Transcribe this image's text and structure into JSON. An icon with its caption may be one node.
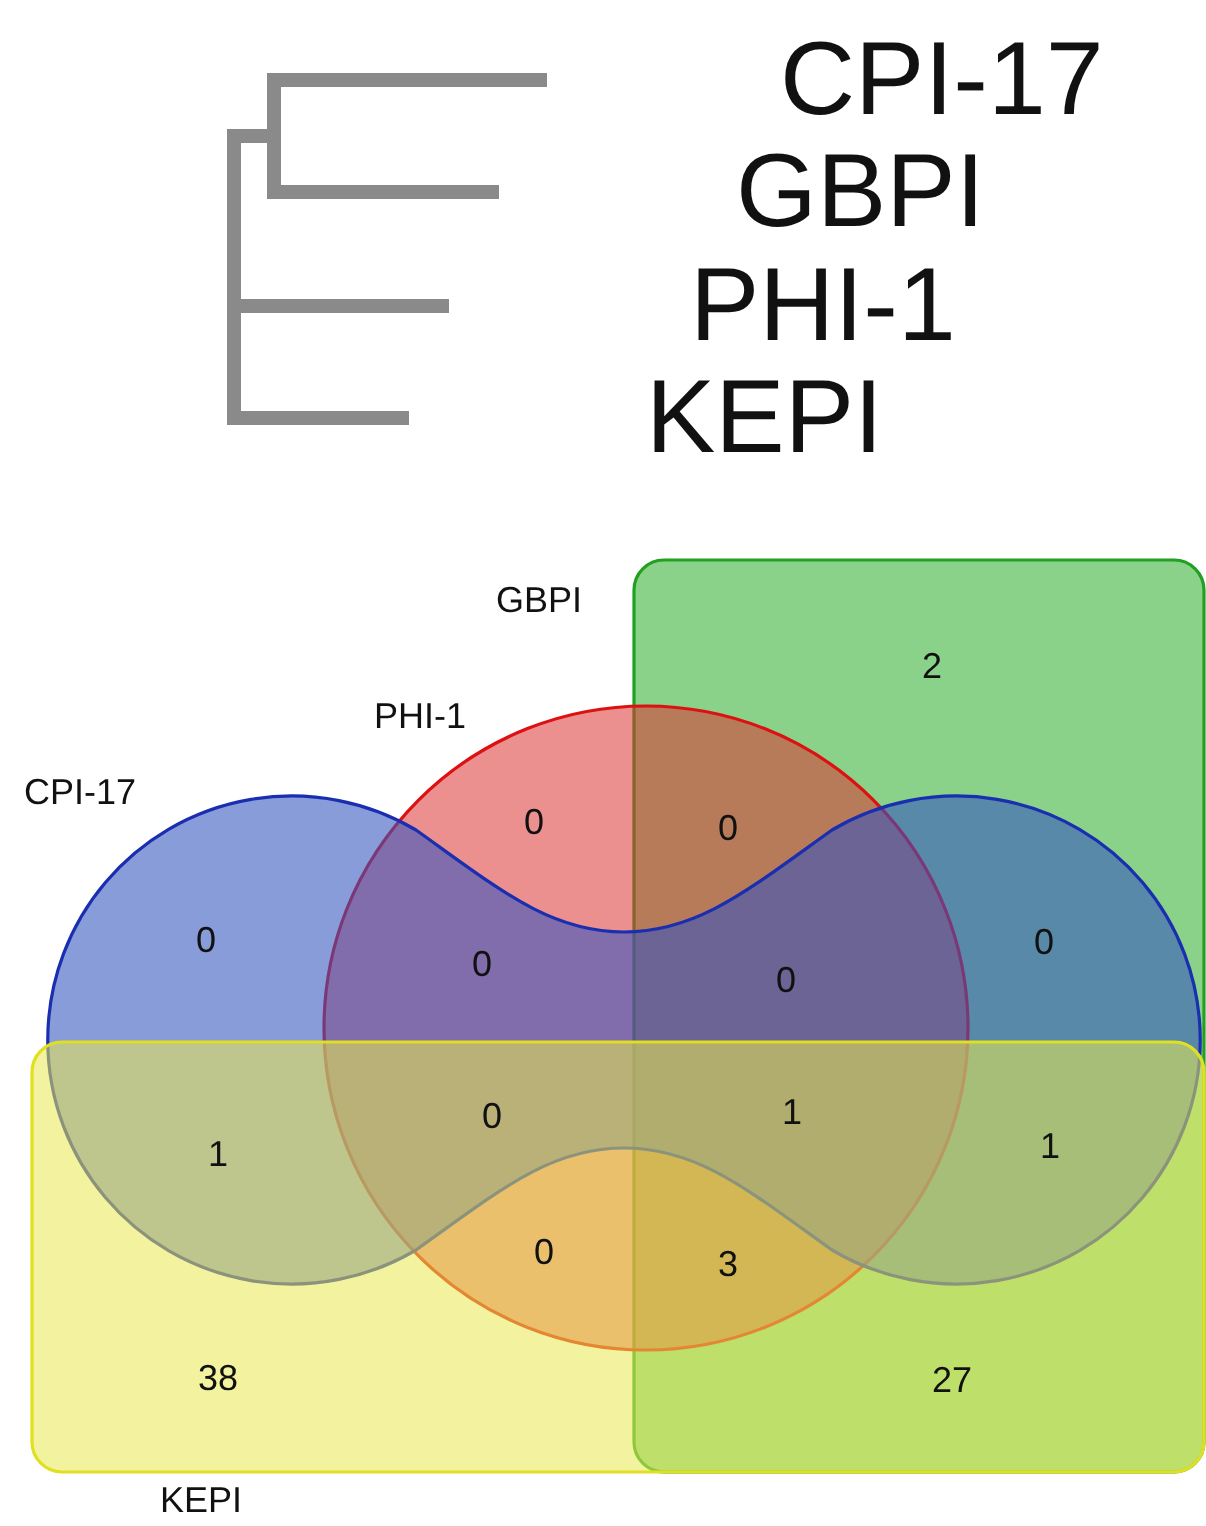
{
  "diagram": {
    "nodes": [
      {
        "text": [
          "GBPI"
        ]
      },
      {
        "text": [
          "PHI-1"
        ]
      },
      {
        "text": [
          "CPI-17"
        ]
      },
      {
        "text": [
          "KEPI"
        ]
      }
    ],
    "labels": [
      "CPI-17",
      "GBPI",
      "PHI-1",
      "KEPI",
      "2",
      "0",
      "0",
      "0",
      "0",
      "0",
      "0",
      "0",
      "1",
      "1",
      "1",
      "0",
      "3",
      "38",
      "27"
    ]
  }
}
